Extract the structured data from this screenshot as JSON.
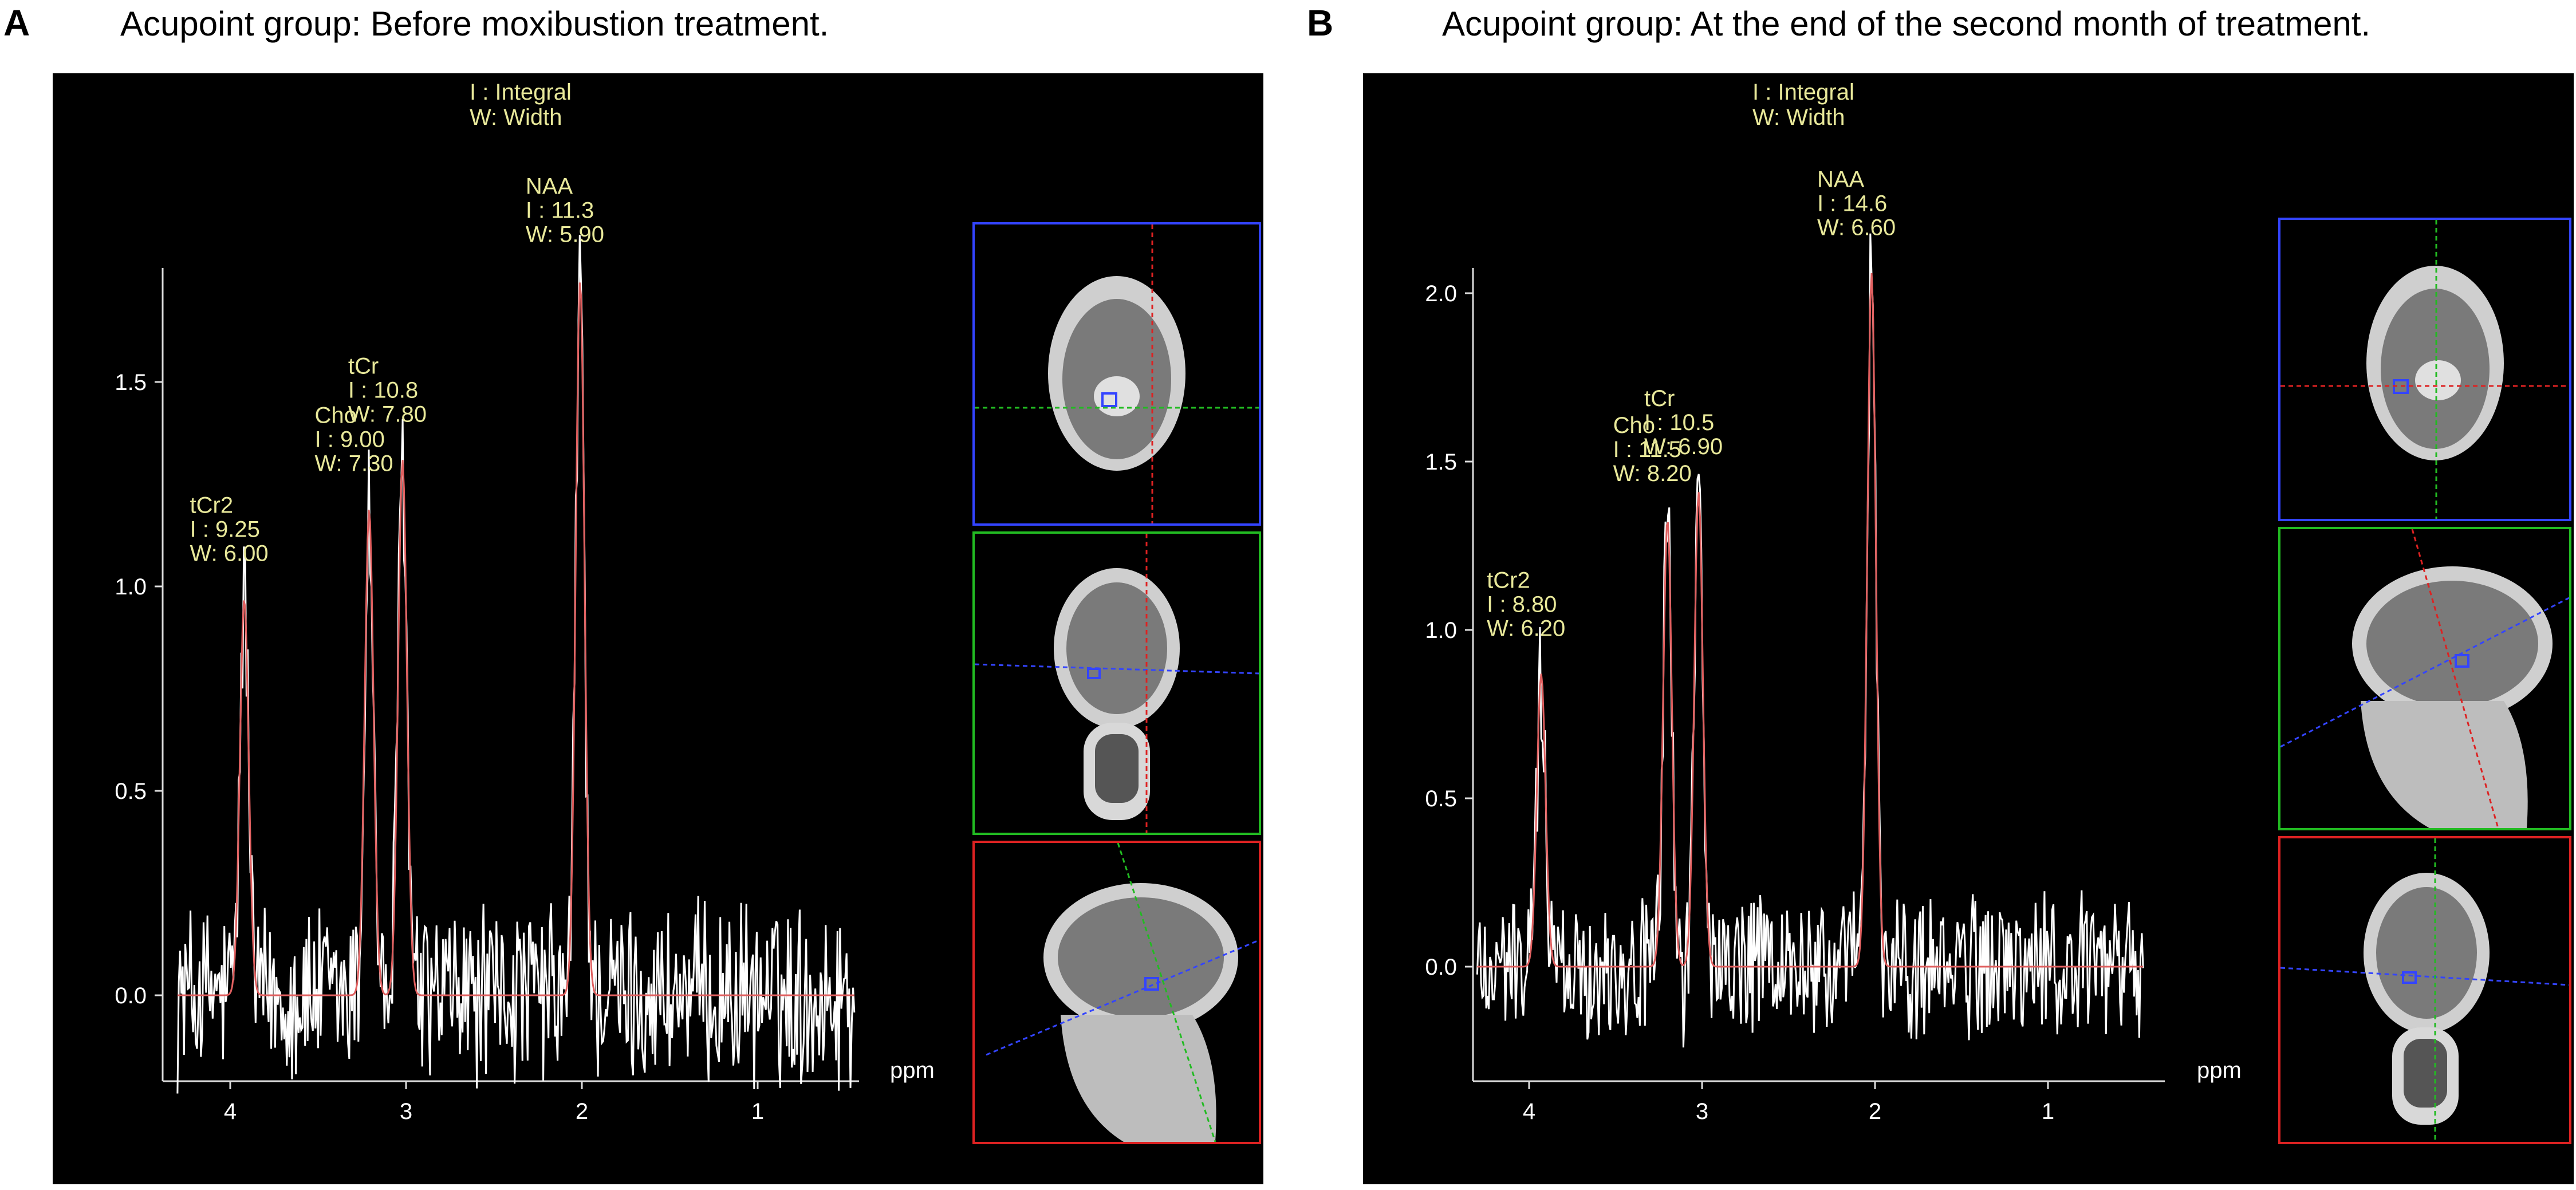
{
  "panels": [
    {
      "letter": "A",
      "title": "Acupoint group:  Before moxibustion treatment.",
      "legend_lines": [
        "I : Integral",
        "W: Width"
      ]
    },
    {
      "letter": "B",
      "title": "Acupoint group:  At the end of the second month of treatment.",
      "legend_lines": [
        "I : Integral",
        "W: Width"
      ]
    }
  ],
  "thumb_colors": [
    "#3344ff",
    "#22bb22",
    "#dd2222"
  ],
  "chart_data": [
    {
      "type": "line",
      "title": "Acupoint group:  Before moxibustion treatment.",
      "xlabel": "ppm",
      "ylabel": "",
      "xlim": [
        4.3,
        0.45
      ],
      "ylim": [
        -0.2,
        1.78
      ],
      "x_reversed": true,
      "x_ticks": [
        4,
        3,
        2,
        1
      ],
      "y_ticks": [
        0.0,
        0.5,
        1.0,
        1.5
      ],
      "y_tick_labels": [
        "0.0",
        "0.5",
        "1.0",
        "1.5"
      ],
      "grid": false,
      "peaks": [
        {
          "name": "tCr2",
          "ppm": 3.92,
          "height": 0.97,
          "integral": "9.25",
          "width": "6.00",
          "label_lines": [
            "tCr2",
            "I : 9.25",
            "W: 6.00"
          ]
        },
        {
          "name": "Cho",
          "ppm": 3.21,
          "height": 1.19,
          "integral": "9.00",
          "width": "7.30",
          "label_lines": [
            "Cho",
            "I : 9.00",
            "W: 7.30"
          ]
        },
        {
          "name": "tCr",
          "ppm": 3.02,
          "height": 1.31,
          "integral": "10.8",
          "width": "7.80",
          "label_lines": [
            "tCr",
            "I : 10.8",
            "W: 7.80"
          ]
        },
        {
          "name": "NAA",
          "ppm": 2.01,
          "height": 1.75,
          "integral": "11.3",
          "width": "5.90",
          "label_lines": [
            "NAA",
            "I : 11.3",
            "W: 5.90"
          ]
        }
      ],
      "series": [
        {
          "name": "",
          "color": "#ffffff",
          "role": "measured spectrum"
        },
        {
          "name": "",
          "color": "#e06060",
          "role": "fitted spectrum"
        }
      ]
    },
    {
      "type": "line",
      "title": "Acupoint group:  At the end of the second month of treatment.",
      "xlabel": "ppm",
      "ylabel": "",
      "xlim": [
        4.3,
        0.45
      ],
      "ylim": [
        -0.3,
        2.12
      ],
      "x_reversed": true,
      "x_ticks": [
        4,
        3,
        2,
        1
      ],
      "y_ticks": [
        0.0,
        0.5,
        1.0,
        1.5,
        2.0
      ],
      "y_tick_labels": [
        "0.0",
        "0.5",
        "1.0",
        "1.5",
        "2.0"
      ],
      "grid": false,
      "peaks": [
        {
          "name": "tCr2",
          "ppm": 3.93,
          "height": 0.87,
          "integral": "8.80",
          "width": "6.20",
          "label_lines": [
            "tCr2",
            "I : 8.80",
            "W: 6.20"
          ]
        },
        {
          "name": "Cho",
          "ppm": 3.2,
          "height": 1.33,
          "integral": "11.5",
          "width": "8.20",
          "label_lines": [
            "Cho",
            "I : 11.5",
            "W: 8.20"
          ]
        },
        {
          "name": "tCr",
          "ppm": 3.02,
          "height": 1.41,
          "integral": "10.5",
          "width": "6.90",
          "label_lines": [
            "tCr",
            "I : 10.5",
            "W: 6.90"
          ]
        },
        {
          "name": "NAA",
          "ppm": 2.02,
          "height": 2.06,
          "integral": "14.6",
          "width": "6.60",
          "label_lines": [
            "NAA",
            "I : 14.6",
            "W: 6.60"
          ]
        }
      ],
      "series": [
        {
          "name": "",
          "color": "#ffffff",
          "role": "measured spectrum"
        },
        {
          "name": "",
          "color": "#e06060",
          "role": "fitted spectrum"
        }
      ]
    }
  ]
}
